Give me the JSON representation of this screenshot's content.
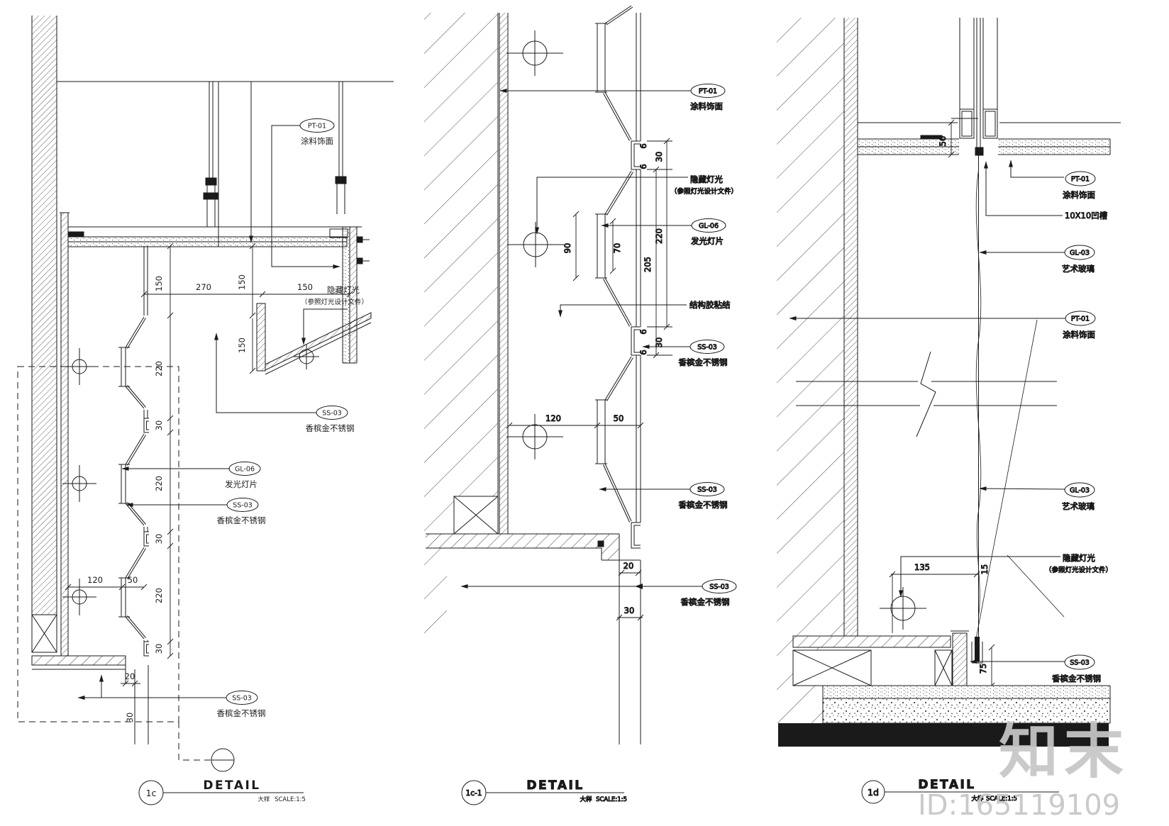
{
  "watermark": {
    "logo": "知末",
    "id": "ID:165119109"
  },
  "callout_labels": {
    "pt_code": "PT-01",
    "pt_name": "涂料饰面",
    "gl06_code": "GL-06",
    "gl06_name": "发光灯片",
    "gl03_code": "GL-03",
    "gl03_name": "艺术玻璃",
    "ss03_code": "SS-03",
    "ss03_name": "香槟金不锈钢",
    "hidden1": "隐藏灯光",
    "hidden2": "（参照灯光设计文件）",
    "glue": "结构胶粘结",
    "groove": "10X10凹槽"
  },
  "dims": {
    "v150": "150",
    "v270": "270",
    "v220": "220",
    "v30": "30",
    "v120": "120",
    "v50": "50",
    "v20": "20",
    "v90": "90",
    "v70": "70",
    "v205": "205",
    "v6": "6",
    "v135": "135",
    "v15": "15",
    "v75": "75"
  },
  "titles": [
    {
      "num": "1c",
      "label": "DETAIL",
      "cn": "大样",
      "scale": "SCALE:1:5"
    },
    {
      "num": "1c-1",
      "label": "DETAIL",
      "cn": "大样",
      "scale": "SCALE:1:5"
    },
    {
      "num": "1d",
      "label": "DETAIL",
      "cn": "大样",
      "scale": "SCALE:1:5"
    }
  ]
}
